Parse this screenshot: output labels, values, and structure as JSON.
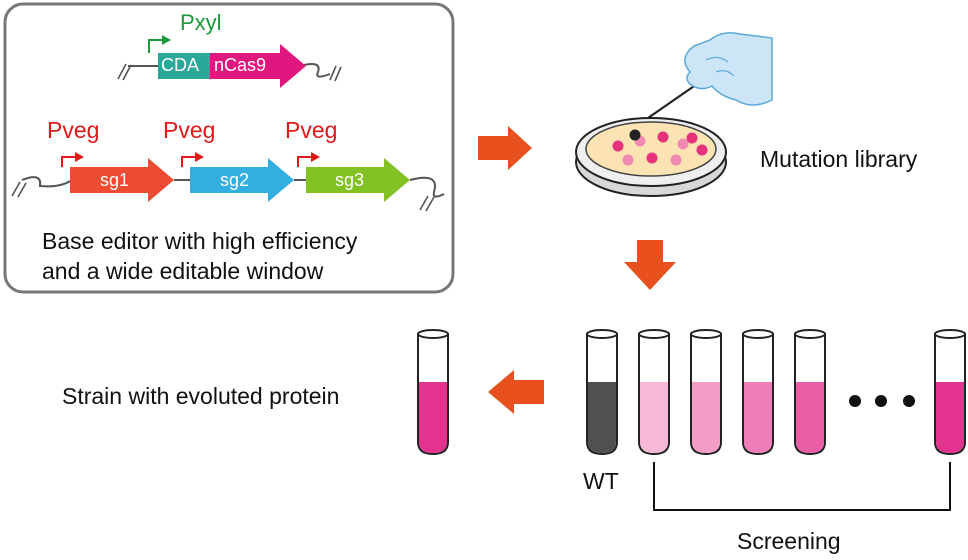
{
  "colors": {
    "promoter_xyl": "#1a9a3c",
    "promoter_veg": "#e01818",
    "cda": "#2aa89a",
    "ncas9": "#e0177f",
    "sg1": "#ef4a32",
    "sg2": "#33aee0",
    "sg3": "#82c224",
    "flow_arrow": "#e8511e",
    "box_border": "#777777",
    "box_fill": "#ffffff",
    "dish_agar": "#fbe3b4",
    "wt_liquid": "#505050"
  },
  "editor_box": {
    "promoter_top": "Pxyl",
    "cda_label": "CDA",
    "ncas9_label": "nCas9",
    "promoters": [
      "Pveg",
      "Pveg",
      "Pveg"
    ],
    "guides": [
      "sg1",
      "sg2",
      "sg3"
    ],
    "caption_line1": "Base editor with high efficiency",
    "caption_line2": "and a wide editable window"
  },
  "mutation_library": "Mutation library",
  "strain_label": "Strain with evoluted protein",
  "wt_label": "WT",
  "screening_label": "Screening",
  "tubes": {
    "result_color": "#e2338e",
    "screen_colors": [
      "#f6b8d4",
      "#f29cc6",
      "#ef7db8",
      "#ea5ea8",
      "#e2338e"
    ]
  },
  "colonies": [
    "#e5327a",
    "#f08ab0",
    "#e5327a",
    "#f08ab0",
    "#e5327a",
    "#f08ab0",
    "#e5327a",
    "#f08ab0",
    "#e5327a"
  ]
}
